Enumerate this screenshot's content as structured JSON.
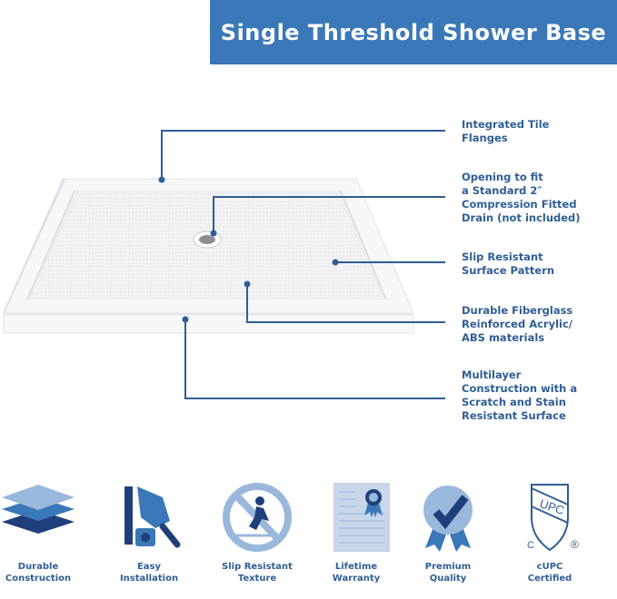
{
  "header": {
    "title": "Single Threshold Shower Base"
  },
  "colors": {
    "brand_blue": "#3a78b8",
    "text_blue": "#2f5e96",
    "light_blue": "#9ab8dc"
  },
  "callouts": [
    {
      "lines": [
        "Integrated Tile",
        "Flanges"
      ]
    },
    {
      "lines": [
        "Opening to fit",
        "a Standard 2″",
        "Compression Fitted",
        "Drain (not included)"
      ]
    },
    {
      "lines": [
        "Slip Resistant",
        "Surface Pattern"
      ]
    },
    {
      "lines": [
        "Durable Fiberglass",
        "Reinforced Acrylic/",
        "ABS materials"
      ]
    },
    {
      "lines": [
        "Multilayer",
        "Construction with a",
        "Scratch and Stain",
        "Resistant Surface"
      ]
    }
  ],
  "features": [
    {
      "icon": "layers-icon",
      "lines": [
        "Durable",
        "Construction"
      ]
    },
    {
      "icon": "tools-icon",
      "lines": [
        "Easy",
        "Installation"
      ]
    },
    {
      "icon": "no-slip-icon",
      "lines": [
        "Slip Resistant",
        "Texture"
      ]
    },
    {
      "icon": "certificate-icon",
      "lines": [
        "Lifetime",
        "Warranty"
      ]
    },
    {
      "icon": "ribbon-check-icon",
      "lines": [
        "Premium",
        "Quality"
      ]
    },
    {
      "icon": "upc-shield-icon",
      "lines": [
        "cUPC",
        "Certified"
      ],
      "badge": {
        "top": "UPC",
        "left": "C",
        "right": "®"
      }
    }
  ]
}
